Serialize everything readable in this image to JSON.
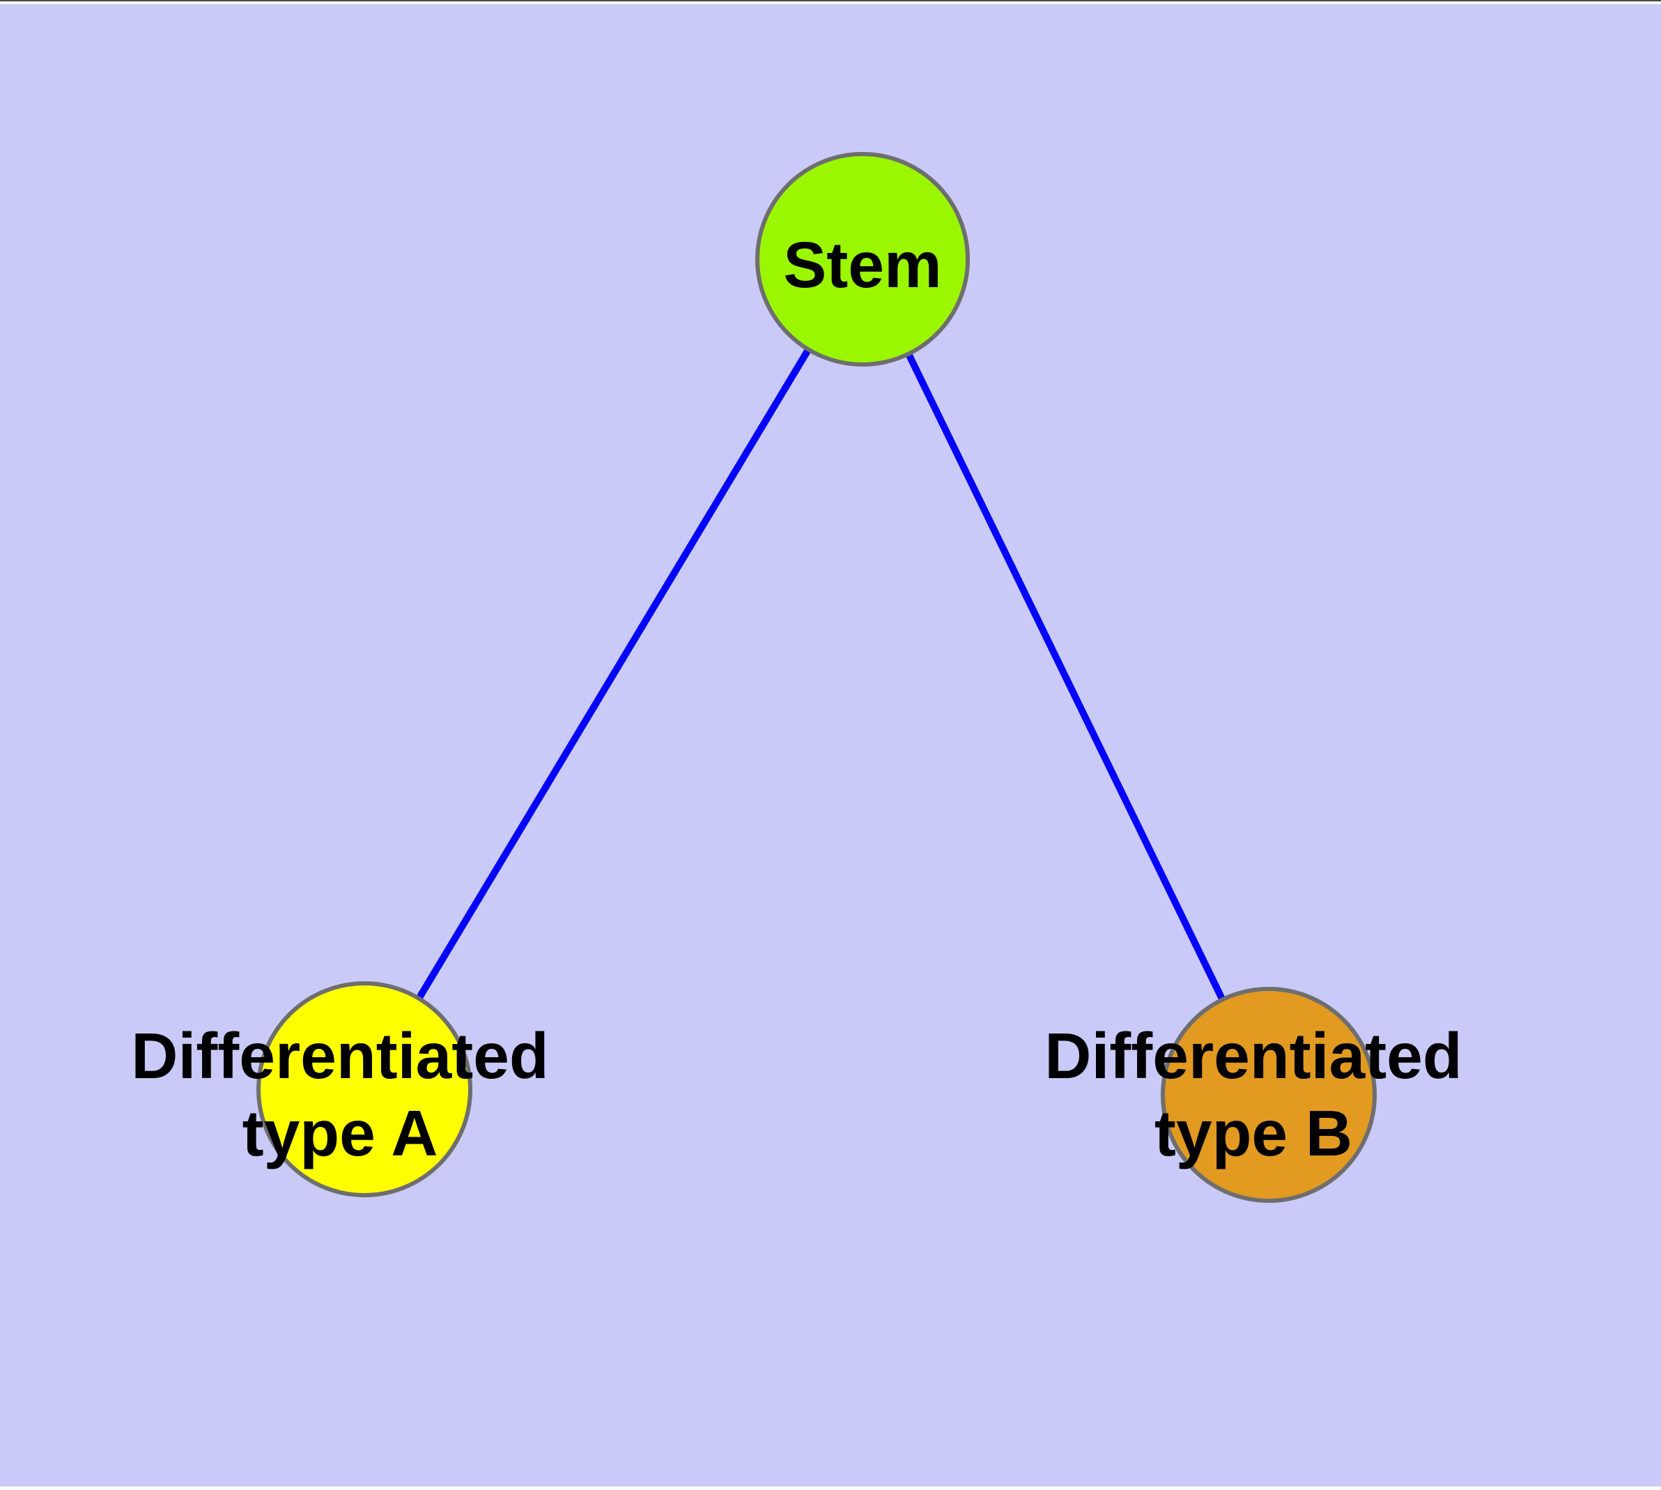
{
  "diagram": {
    "type": "node-link-graph",
    "nodes": {
      "stem": {
        "label": "Stem",
        "fill": "#9af700"
      },
      "typeA": {
        "label": "Differentiated type A",
        "label_line1": "Differentiated",
        "label_line2": "type A",
        "fill": "#ffff00"
      },
      "typeB": {
        "label": "Differentiated type B",
        "label_line1": "Differentiated",
        "label_line2": "type B",
        "fill": "#e29a20"
      }
    },
    "edges": [
      {
        "from": "Stem",
        "to": "Differentiated type A"
      },
      {
        "from": "Stem",
        "to": "Differentiated type B"
      }
    ],
    "colors": {
      "background": "#cacaf8",
      "edge": "#0404f8",
      "node_border": "#6e6e6e",
      "label_text": "#000000"
    }
  }
}
